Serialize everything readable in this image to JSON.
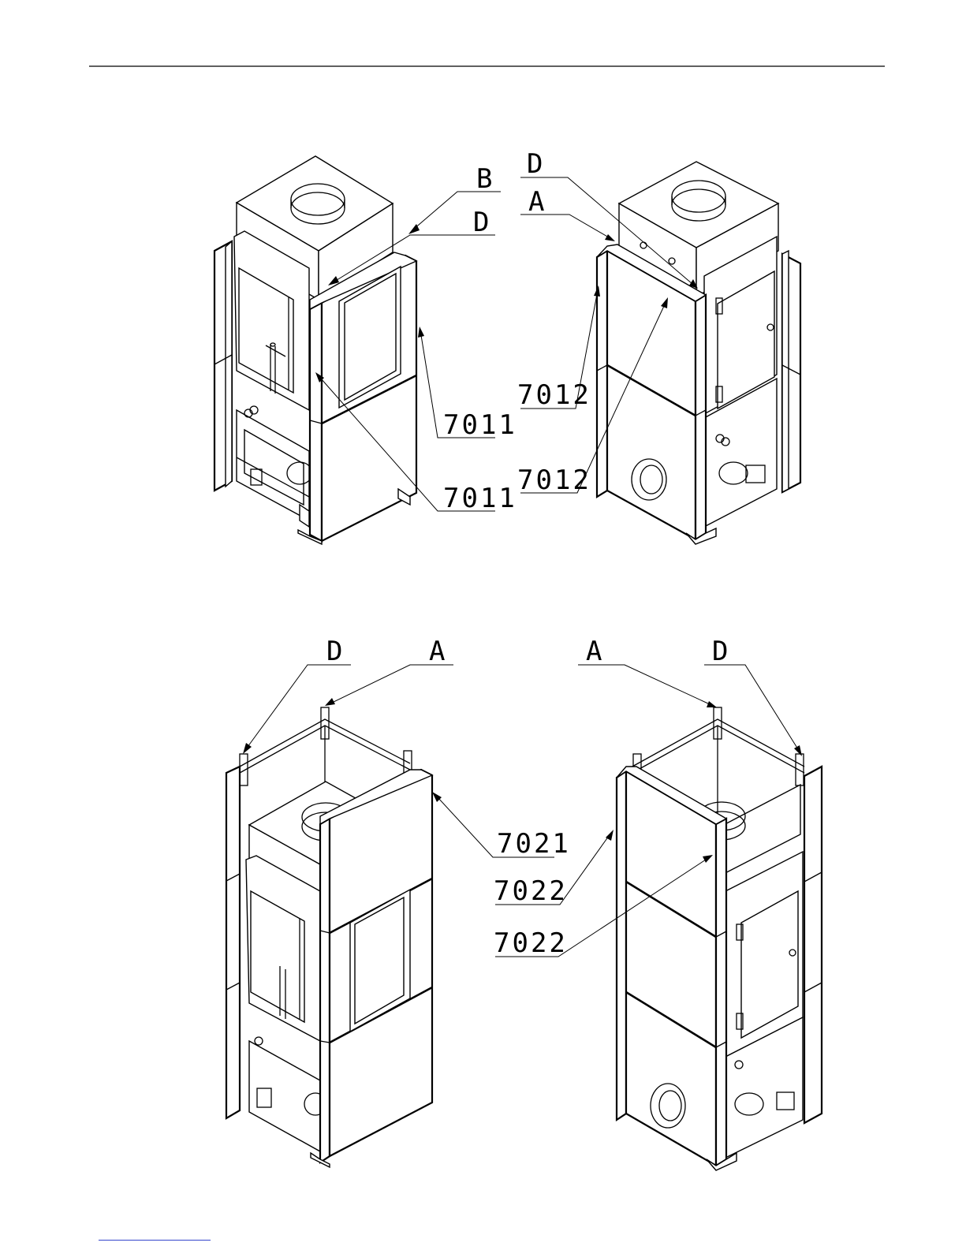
{
  "top_left": {
    "labels": {
      "b": "B",
      "d": "D",
      "part_a": "7011",
      "part_b": "7011"
    }
  },
  "top_right": {
    "labels": {
      "d": "D",
      "a": "A",
      "part_a": "7012",
      "part_b": "7012"
    }
  },
  "bottom_left": {
    "labels": {
      "d": "D",
      "a": "A",
      "part": "7021"
    }
  },
  "bottom_right": {
    "labels": {
      "a": "A",
      "d": "D",
      "part_a": "7022",
      "part_b": "7022"
    }
  },
  "colors": {
    "line": "#000000",
    "paper": "#ffffff",
    "footer_link": "#3344cc"
  }
}
